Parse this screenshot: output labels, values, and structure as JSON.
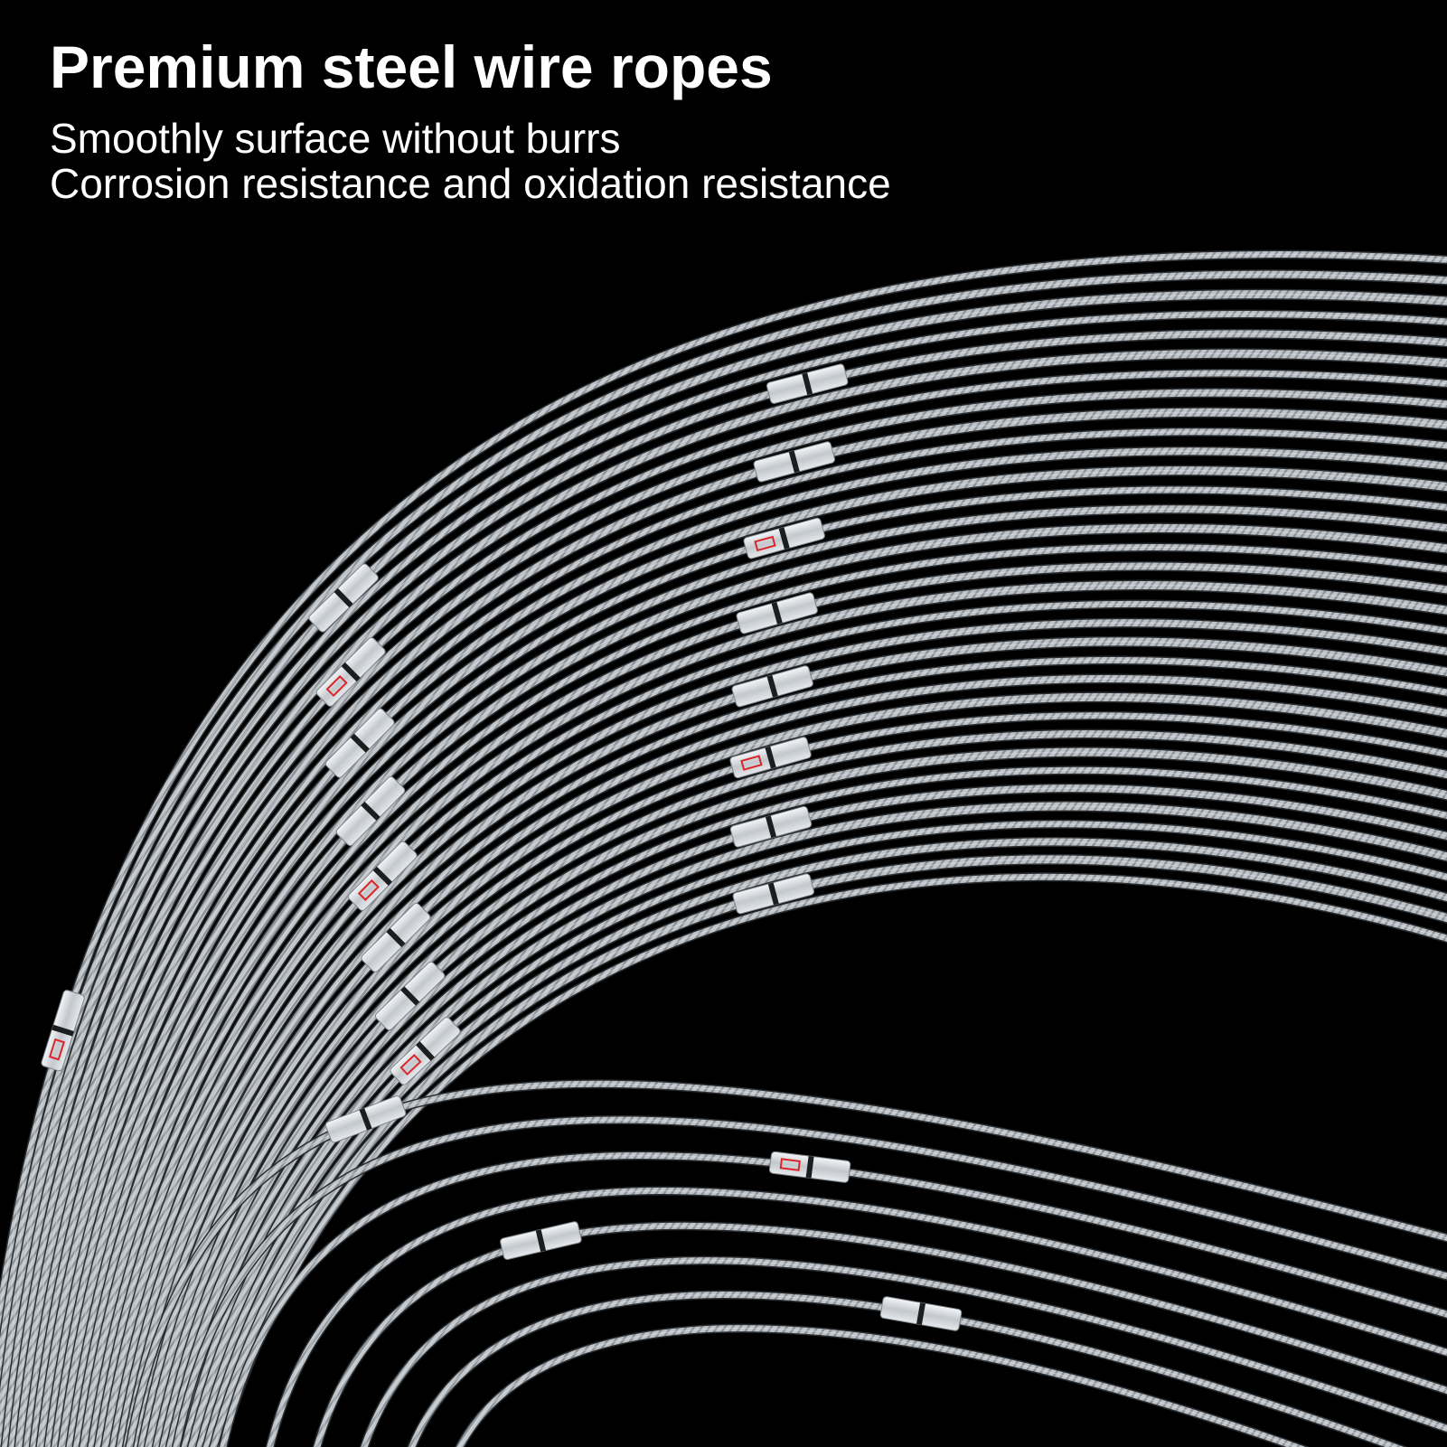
{
  "headline": "Premium steel wire ropes",
  "features": [
    "Smoothly surface without burrs",
    "Corrosion resistance and oxidation resistance"
  ],
  "colors": {
    "background": "#000000",
    "text": "#ffffff",
    "steel": "#c9ced3",
    "sleeve_mark": "#d8262b"
  }
}
